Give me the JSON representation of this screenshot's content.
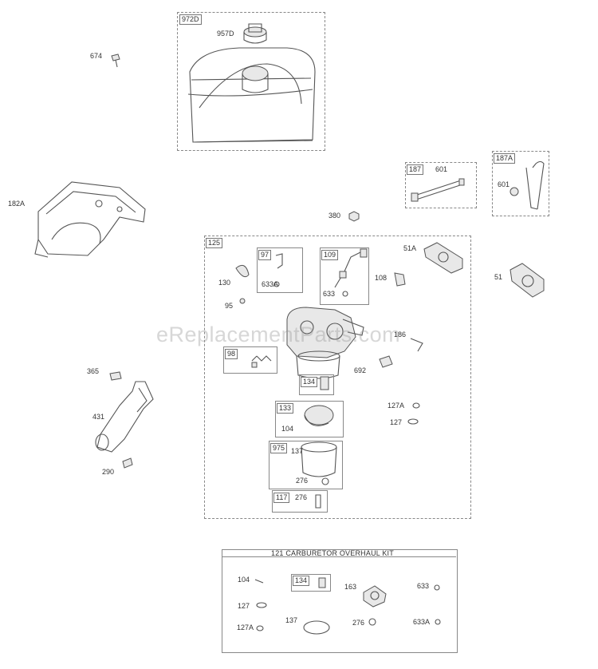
{
  "watermark": "eReplacementParts.com",
  "kit": {
    "title": "121 CARBURETOR OVERHAUL KIT"
  },
  "group_labels": {
    "g972D": "972D",
    "g187": "187",
    "g187A": "187A",
    "g125": "125",
    "g97": "97",
    "g109": "109",
    "g98": "98",
    "g134": "134",
    "g133": "133",
    "g975": "975",
    "g117": "117",
    "kit134": "134"
  },
  "parts": {
    "p957D": "957D",
    "p674": "674",
    "p182A": "182A",
    "p601a": "601",
    "p601b": "601",
    "p380": "380",
    "p51A": "51A",
    "p51": "51",
    "p130": "130",
    "p95": "95",
    "p633A": "633A",
    "p633": "633",
    "p108": "108",
    "p186": "186",
    "p692": "692",
    "p365": "365",
    "p431": "431",
    "p290": "290",
    "p104": "104",
    "p127A": "127A",
    "p127": "127",
    "p137": "137",
    "p276a": "276",
    "p276b": "276",
    "k104": "104",
    "k127": "127",
    "k127A": "127A",
    "k137": "137",
    "k163": "163",
    "k276": "276",
    "k633": "633",
    "k633A": "633A"
  }
}
